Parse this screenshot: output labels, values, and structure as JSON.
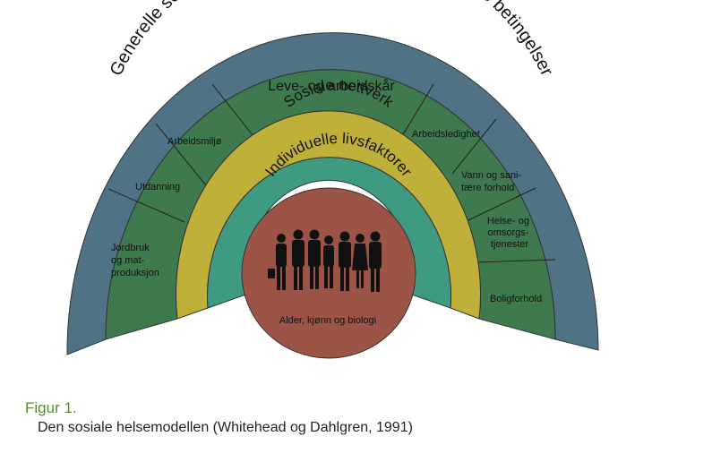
{
  "diagram": {
    "outer_ring_label": "Generelle sosioøkonomiske, kulturelle og miljømessige betingelser",
    "living_working_label": "Leve- og arbeidskår",
    "social_network_label": "Sosiale nettverk",
    "individual_factors_label": "Individuelle livsfaktorer",
    "core_label": "Alder, kjønn og biologi",
    "sectors": {
      "agriculture": [
        "Jordbruk",
        "og mat-",
        "produksjon"
      ],
      "education": [
        "Utdanning"
      ],
      "work_environment": [
        "Arbeidsmiljø"
      ],
      "unemployment": [
        "Arbeidsledighet"
      ],
      "water_sanitation": [
        "Vann og sani-",
        "tære forhold"
      ],
      "health_services": [
        "Helse- og",
        "omsorgs-",
        "tjenester"
      ],
      "housing": [
        "Boligforhold"
      ]
    },
    "colors": {
      "outer_ring": "#4f7284",
      "living_working": "#3f7a4f",
      "social_network": "#bfb03a",
      "individual": "#3f9a82",
      "core": "#9b5446",
      "people": "#111111",
      "lines": "#222222"
    }
  },
  "caption": {
    "title": "Figur 1.",
    "text": "Den sosiale helsemodellen (Whitehead og Dahlgren, 1991)"
  }
}
